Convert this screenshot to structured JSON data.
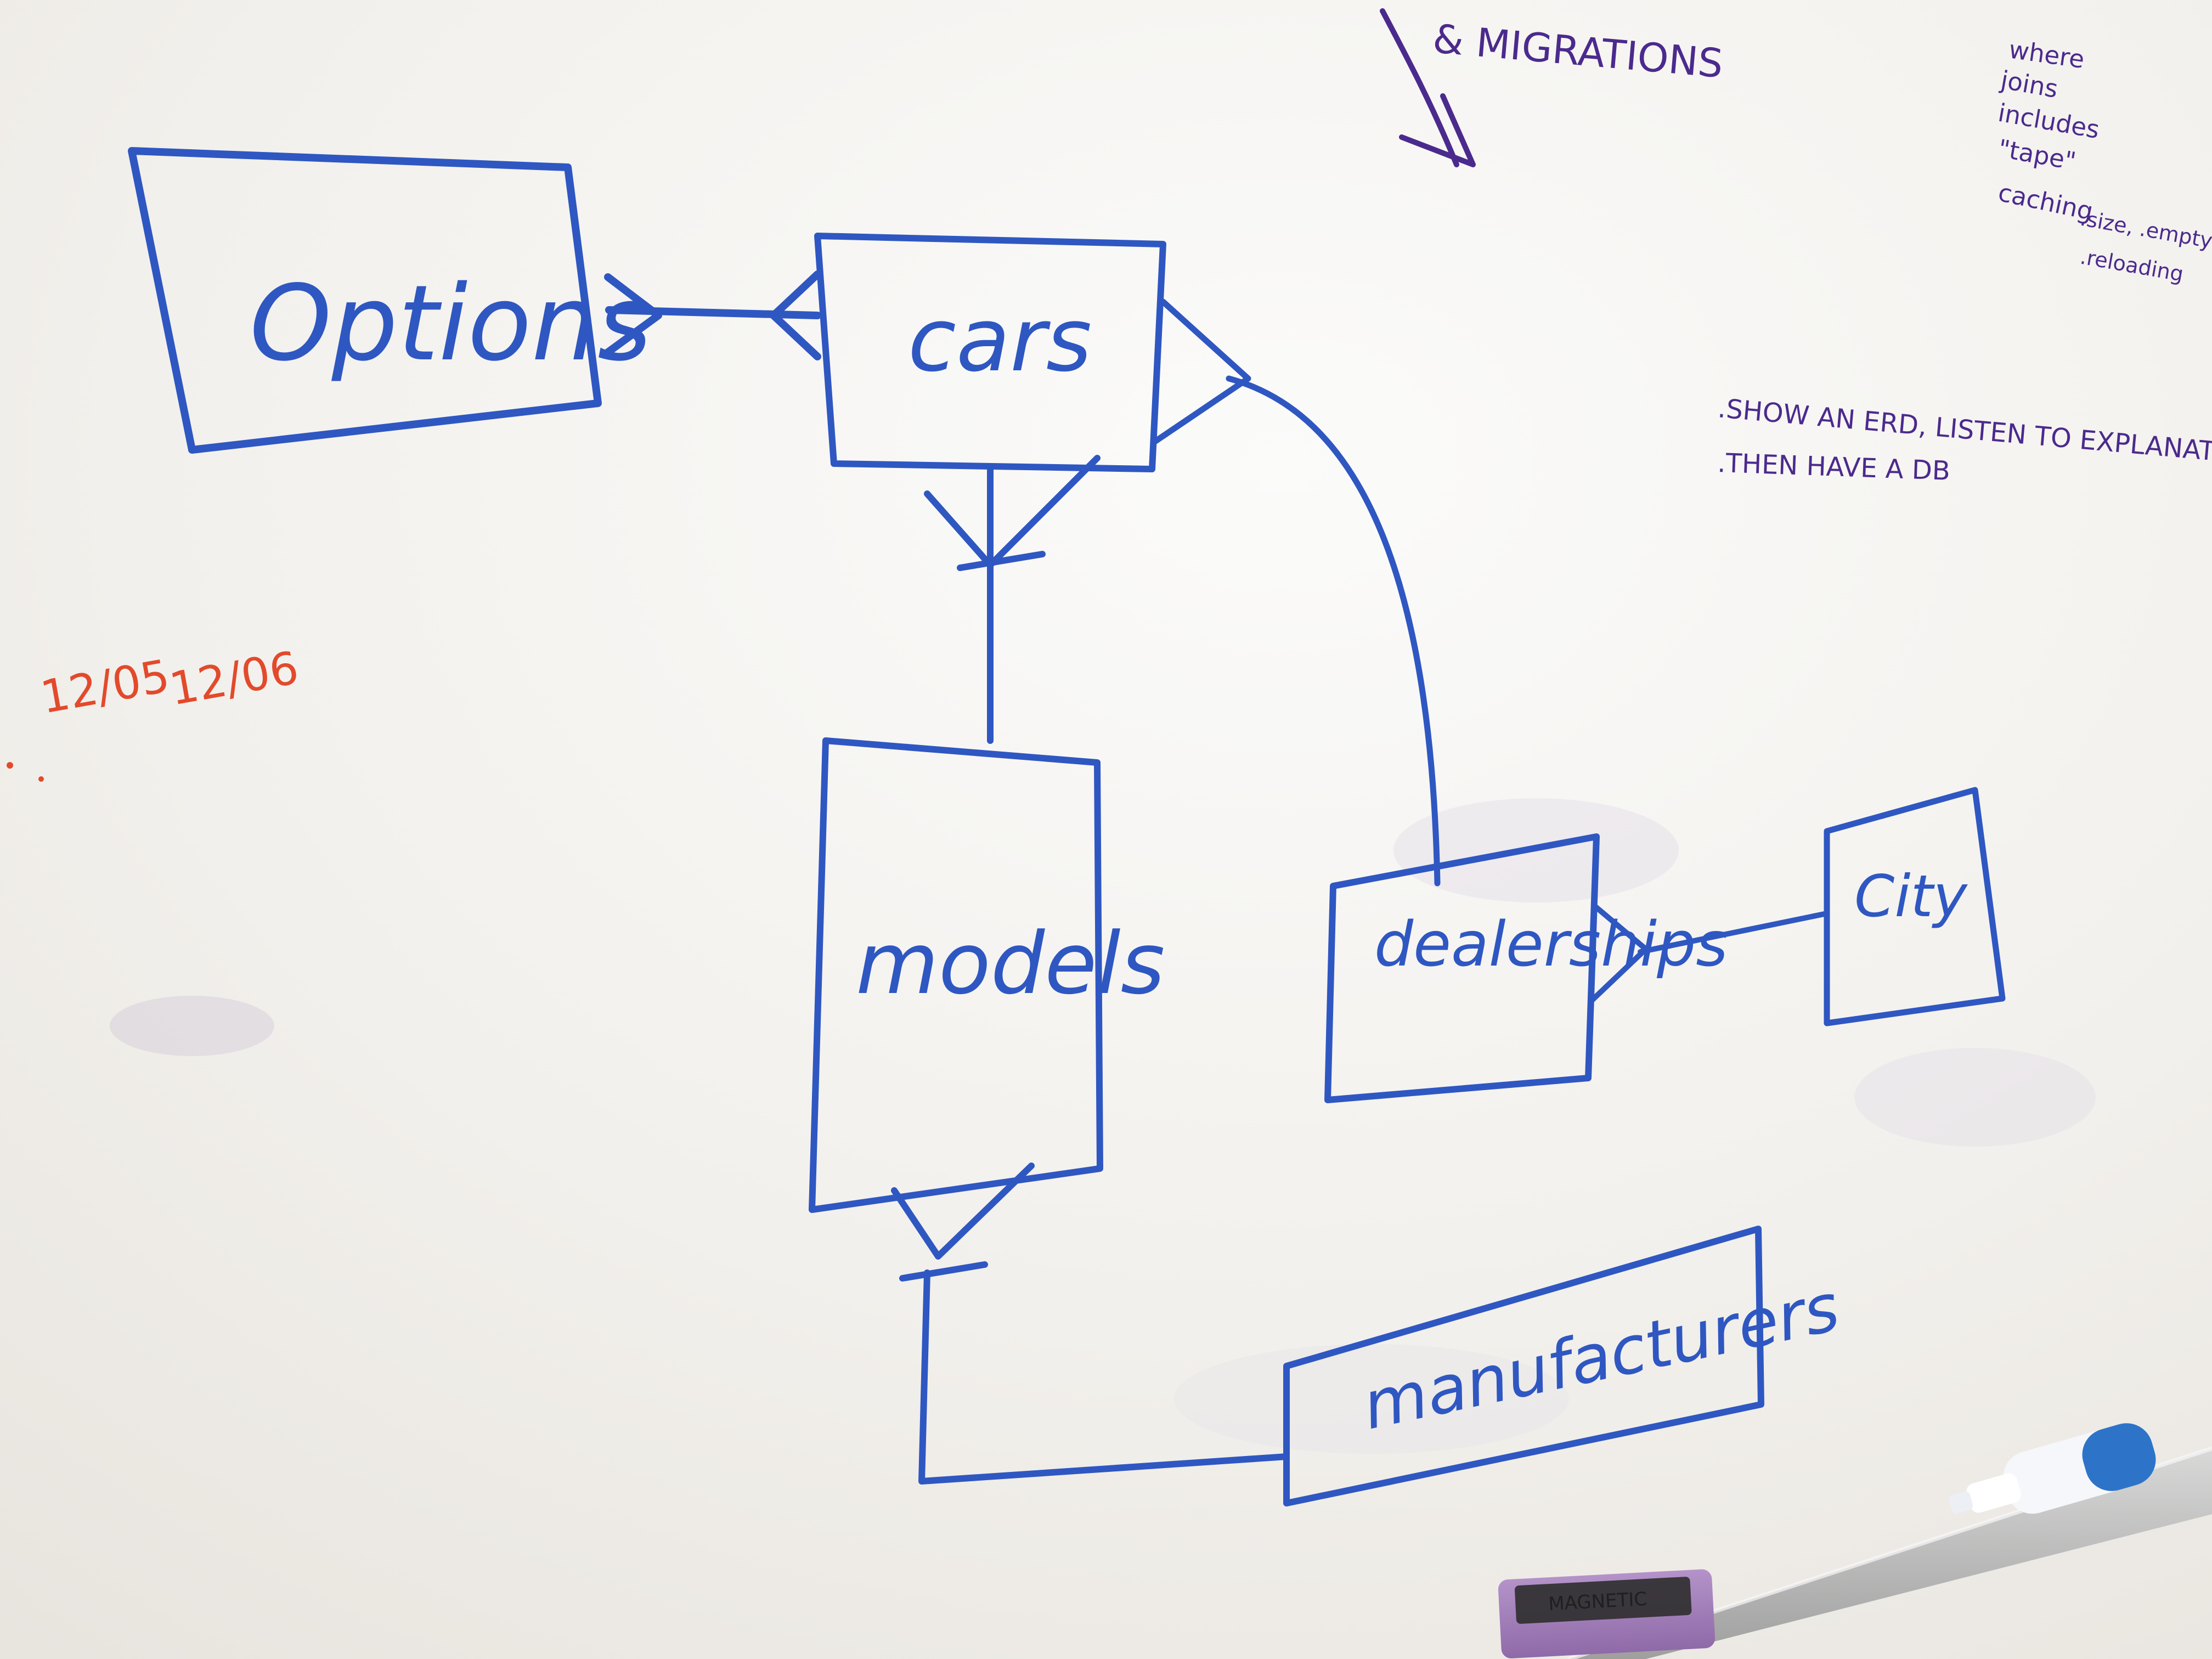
{
  "diagram": {
    "entities": [
      {
        "id": "options",
        "label": "Options"
      },
      {
        "id": "cars",
        "label": "cars"
      },
      {
        "id": "models",
        "label": "models"
      },
      {
        "id": "dealerships",
        "label": "dealerships"
      },
      {
        "id": "city",
        "label": "City"
      },
      {
        "id": "manufacturers",
        "label": "manufacturers"
      }
    ],
    "relationships": [
      {
        "from": "options",
        "to": "cars",
        "kind": "many-to-many"
      },
      {
        "from": "cars",
        "to": "models",
        "kind": "many-to-one"
      },
      {
        "from": "cars",
        "to": "dealerships",
        "kind": "many-to-one"
      },
      {
        "from": "models",
        "to": "manufacturers",
        "kind": "many-to-one"
      },
      {
        "from": "dealerships",
        "to": "city",
        "kind": "many-to-one"
      }
    ]
  },
  "notes": {
    "top_migrations": "& MIGRATIONS",
    "top_right_list": [
      "where",
      "joins",
      "includes",
      "\"tape\"",
      "caching"
    ],
    "caching_sub": [
      ".size, .empty?",
      ".reloading"
    ],
    "instructions": [
      ".SHOW AN ERD, LISTEN TO EXPLANATIONS",
      ".THEN HAVE A DB"
    ],
    "dates": [
      "12/05",
      "12/06"
    ]
  },
  "tray": {
    "eraser_label": "MAGNETIC"
  },
  "colors": {
    "marker_blue": "#2f57c2",
    "marker_purple": "#4b2a8d",
    "marker_red": "#e24a2b",
    "board": "#f3f1ee",
    "tray": "#b9b9b9",
    "eraser": "#b98ac8"
  }
}
